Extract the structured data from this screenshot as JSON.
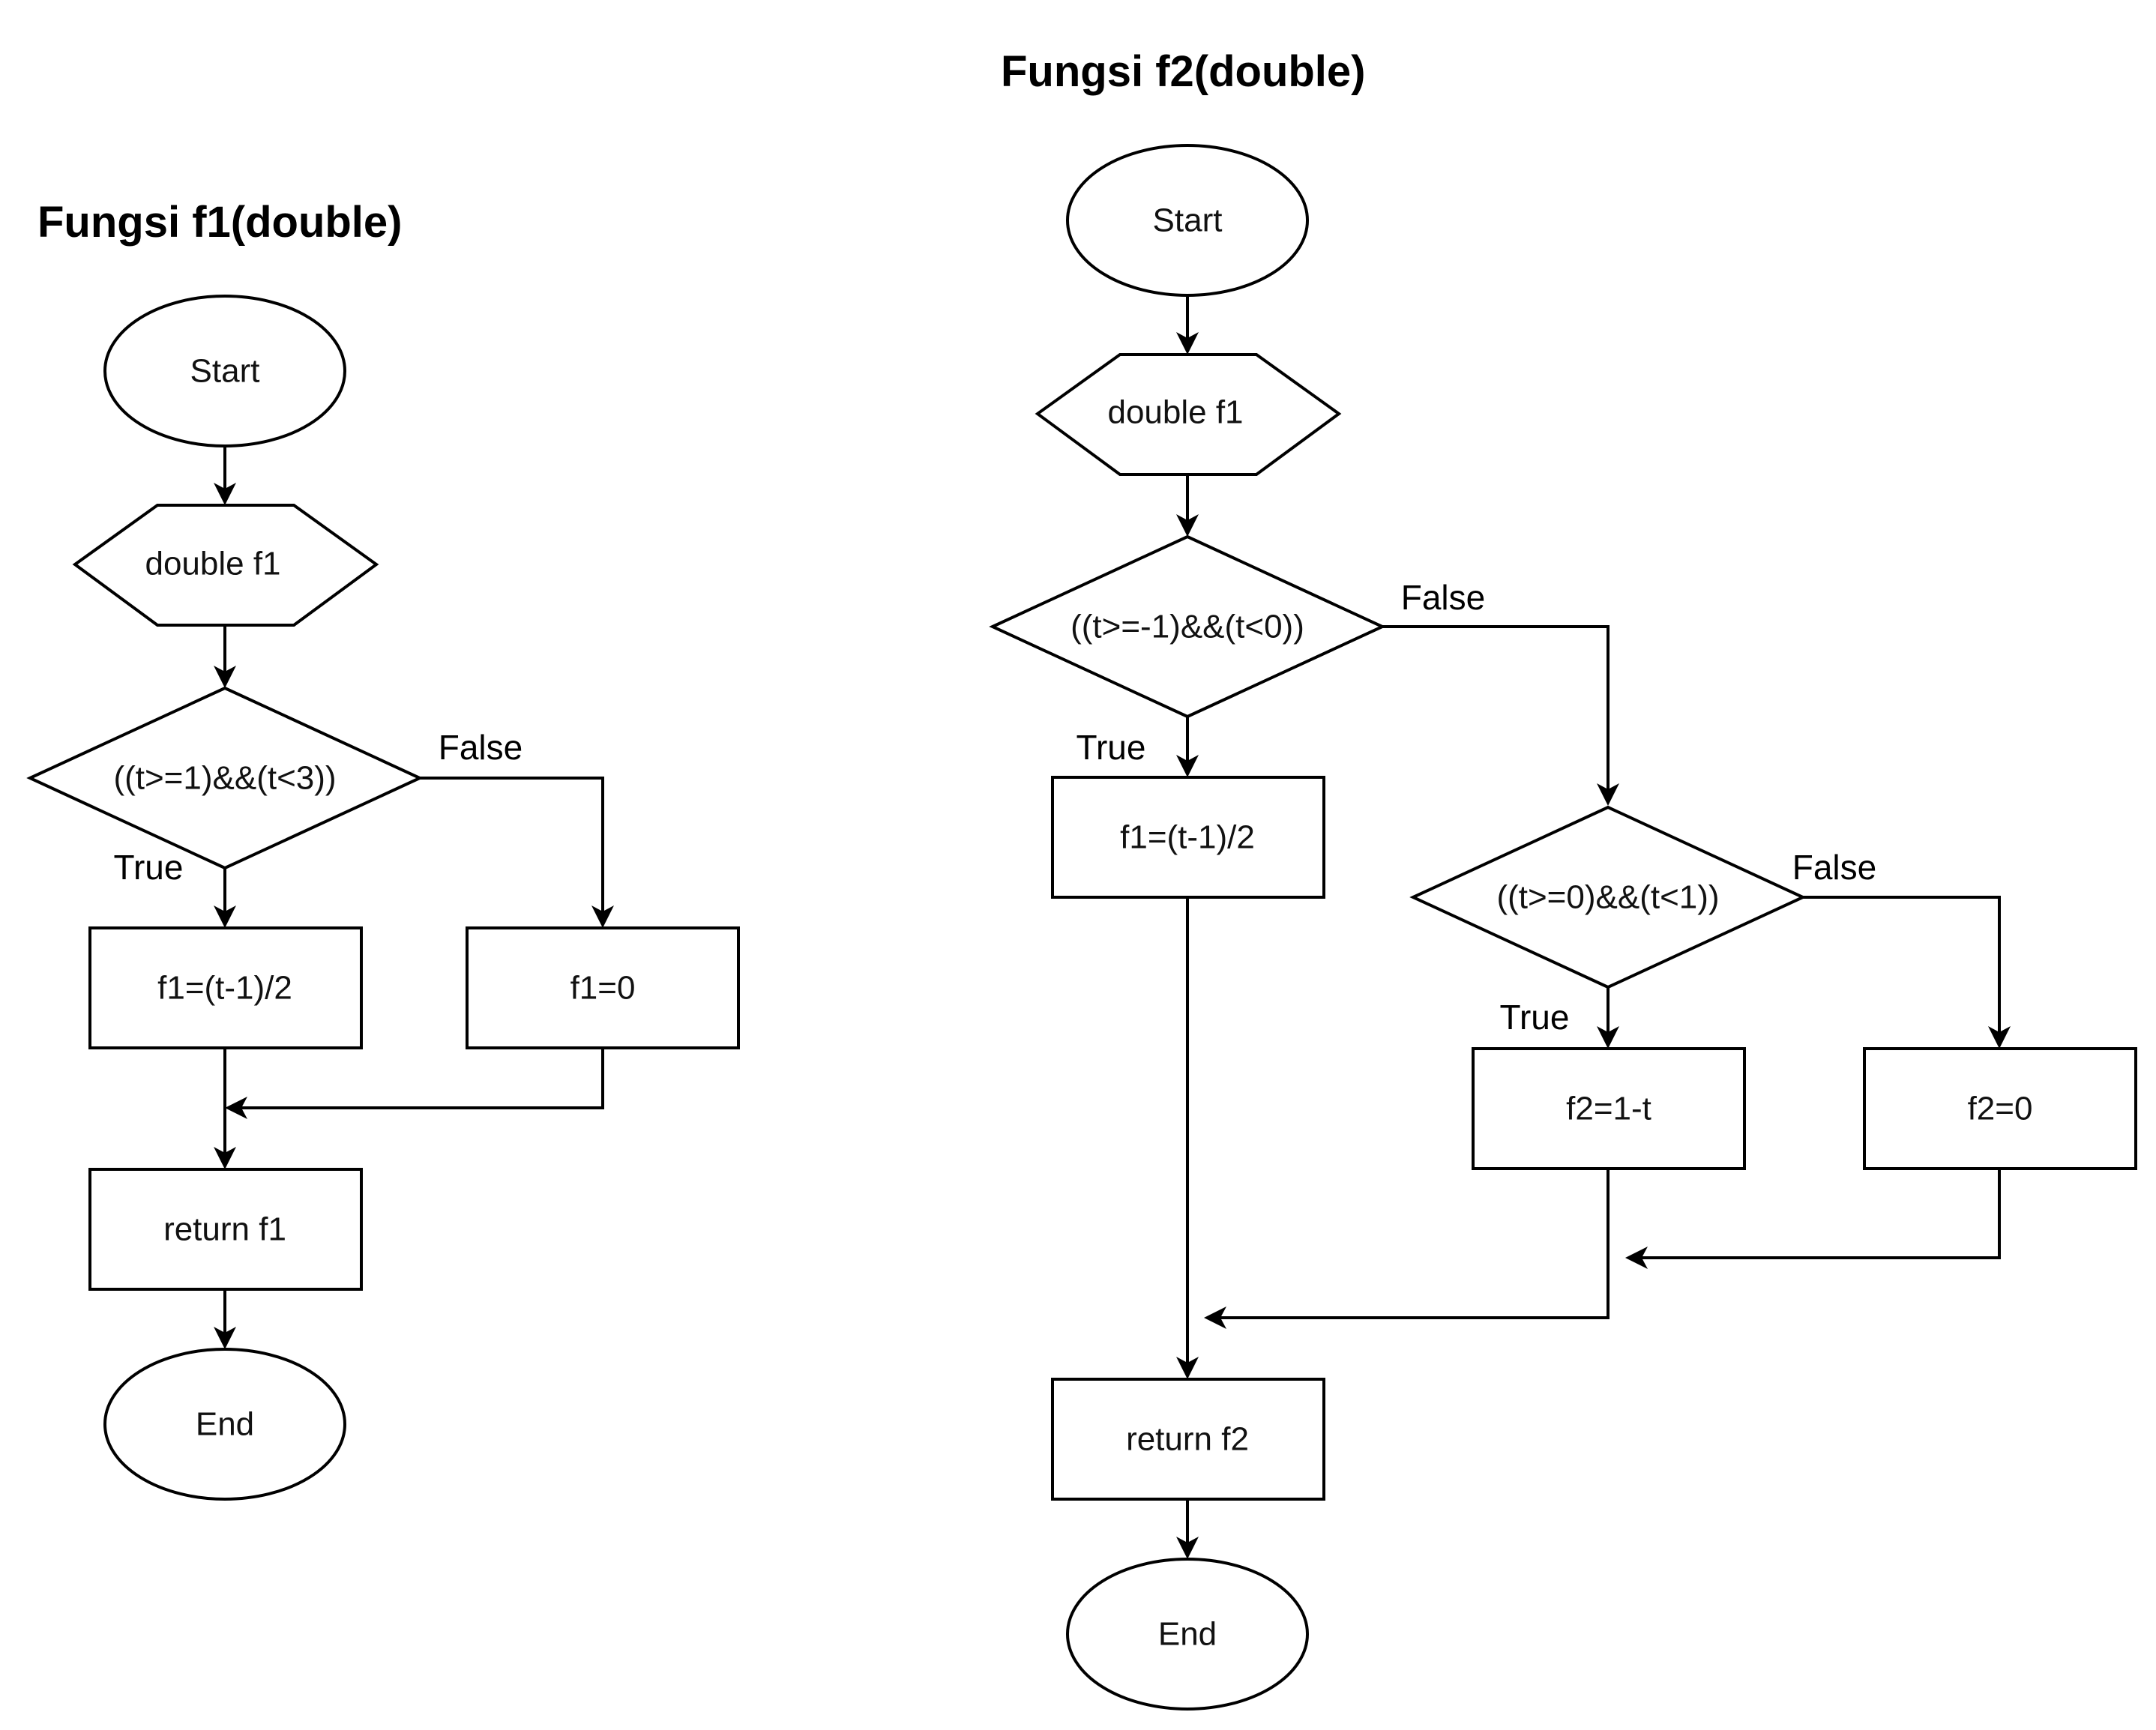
{
  "diagrams": [
    {
      "title": "Fungsi f1(double)",
      "nodes": [
        {
          "id": "start",
          "shape": "ellipse",
          "text": "Start"
        },
        {
          "id": "input",
          "shape": "hexagon",
          "text": "double f1"
        },
        {
          "id": "cond",
          "shape": "diamond",
          "text": "((t>=1)&&(t<3))"
        },
        {
          "id": "true_proc",
          "shape": "rect",
          "text": "f1=(t-1)/2"
        },
        {
          "id": "false_proc",
          "shape": "rect",
          "text": "f1=0"
        },
        {
          "id": "ret",
          "shape": "rect",
          "text": "return f1"
        },
        {
          "id": "end",
          "shape": "ellipse",
          "text": "End"
        }
      ],
      "edges": [
        {
          "from": "start",
          "to": "input",
          "label": ""
        },
        {
          "from": "input",
          "to": "cond",
          "label": ""
        },
        {
          "from": "cond",
          "to": "true_proc",
          "label": "True"
        },
        {
          "from": "cond",
          "to": "false_proc",
          "label": "False"
        },
        {
          "from": "true_proc",
          "to": "ret",
          "label": ""
        },
        {
          "from": "false_proc",
          "to": "ret",
          "label": ""
        },
        {
          "from": "ret",
          "to": "end",
          "label": ""
        }
      ]
    },
    {
      "title": "Fungsi f2(double)",
      "nodes": [
        {
          "id": "start",
          "shape": "ellipse",
          "text": "Start"
        },
        {
          "id": "input",
          "shape": "hexagon",
          "text": "double f1"
        },
        {
          "id": "cond1",
          "shape": "diamond",
          "text": "((t>=-1)&&(t<0))"
        },
        {
          "id": "proc1",
          "shape": "rect",
          "text": "f1=(t-1)/2"
        },
        {
          "id": "cond2",
          "shape": "diamond",
          "text": "((t>=0)&&(t<1))"
        },
        {
          "id": "proc2",
          "shape": "rect",
          "text": "f2=1-t"
        },
        {
          "id": "proc3",
          "shape": "rect",
          "text": "f2=0"
        },
        {
          "id": "ret",
          "shape": "rect",
          "text": "return f2"
        },
        {
          "id": "end",
          "shape": "ellipse",
          "text": "End"
        }
      ],
      "edges": [
        {
          "from": "start",
          "to": "input",
          "label": ""
        },
        {
          "from": "input",
          "to": "cond1",
          "label": ""
        },
        {
          "from": "cond1",
          "to": "proc1",
          "label": "True"
        },
        {
          "from": "cond1",
          "to": "cond2",
          "label": "False"
        },
        {
          "from": "cond2",
          "to": "proc2",
          "label": "True"
        },
        {
          "from": "cond2",
          "to": "proc3",
          "label": "False"
        },
        {
          "from": "proc1",
          "to": "ret",
          "label": ""
        },
        {
          "from": "proc2",
          "to": "ret",
          "label": ""
        },
        {
          "from": "proc3",
          "to": "ret",
          "label": ""
        },
        {
          "from": "ret",
          "to": "end",
          "label": ""
        }
      ]
    }
  ]
}
